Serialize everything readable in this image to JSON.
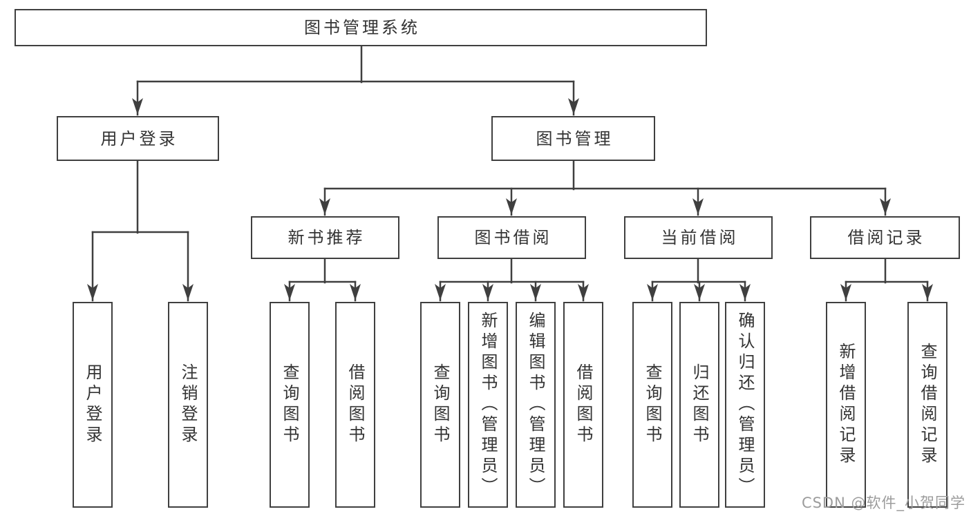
{
  "tree": {
    "label": "图书管理系统",
    "children": [
      {
        "label": "用户登录",
        "children": [
          {
            "label": "用户登录"
          },
          {
            "label": "注销登录"
          }
        ]
      },
      {
        "label": "图书管理",
        "children": [
          {
            "label": "新书推荐",
            "children": [
              {
                "label": "查询图书"
              },
              {
                "label": "借阅图书"
              }
            ]
          },
          {
            "label": "图书借阅",
            "children": [
              {
                "label": "查询图书"
              },
              {
                "label": "新增图书（管理员）"
              },
              {
                "label": "编辑图书（管理员）"
              },
              {
                "label": "借阅图书"
              }
            ]
          },
          {
            "label": "当前借阅",
            "children": [
              {
                "label": "查询图书"
              },
              {
                "label": "归还图书"
              },
              {
                "label": "确认归还（管理员）"
              }
            ]
          },
          {
            "label": "借阅记录",
            "children": [
              {
                "label": "新增借阅记录"
              },
              {
                "label": "查询借阅记录"
              }
            ]
          }
        ]
      }
    ]
  },
  "watermark": "CSDN @软件_小贺同学",
  "colors": {
    "line": "#3f3f3f",
    "text": "#333333",
    "background": "#ffffff",
    "watermark": "#9c9c9c"
  }
}
